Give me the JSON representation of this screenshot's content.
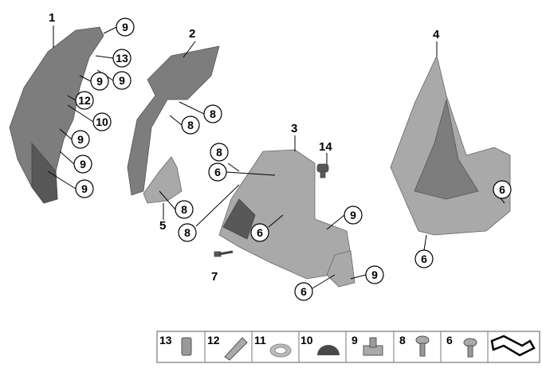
{
  "title_numbers": [
    "1",
    "2",
    "3",
    "4",
    "5",
    "7",
    "14"
  ],
  "callouts": [
    "9",
    "13",
    "9",
    "9",
    "12",
    "10",
    "9",
    "9",
    "9",
    "8",
    "8",
    "8",
    "6",
    "8",
    "8",
    "6",
    "9",
    "6",
    "6",
    "9",
    "6"
  ],
  "legend": {
    "items": [
      {
        "label": "13",
        "icon": "clip-icon"
      },
      {
        "label": "12",
        "icon": "spring-clip-icon"
      },
      {
        "label": "11",
        "icon": "washer-icon"
      },
      {
        "label": "10",
        "icon": "cap-icon"
      },
      {
        "label": "9",
        "icon": "cage-nut-icon"
      },
      {
        "label": "8",
        "icon": "screw-icon"
      },
      {
        "label": "6",
        "icon": "screw-icon"
      }
    ]
  }
}
